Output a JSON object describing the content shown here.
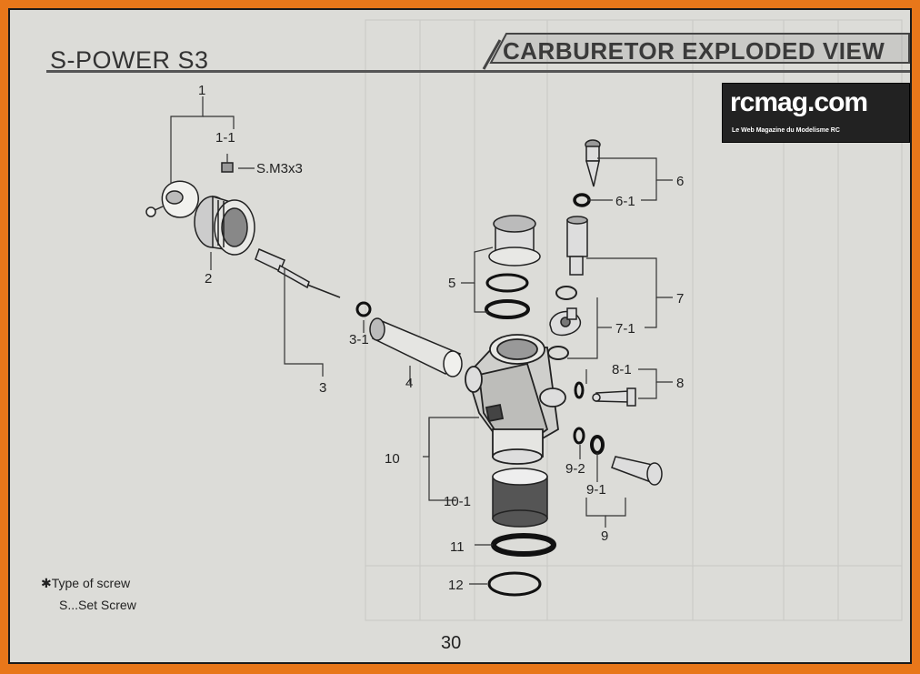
{
  "header": {
    "model": "S-POWER S3",
    "section_title": "CARBURETOR EXPLODED VIEW"
  },
  "watermark": {
    "brand": "rcmag.com",
    "tagline": "Le Web Magazine du Modelisme RC"
  },
  "callouts": {
    "p1": "1",
    "p1_1": "1-1",
    "screw": "S.M3x3",
    "p2": "2",
    "p3": "3",
    "p3_1": "3-1",
    "p4": "4",
    "p5": "5",
    "p6": "6",
    "p6_1": "6-1",
    "p7": "7",
    "p7_1": "7-1",
    "p8": "8",
    "p8_1": "8-1",
    "p9": "9",
    "p9_1": "9-1",
    "p9_2": "9-2",
    "p10": "10",
    "p10_1": "10-1",
    "p11": "11",
    "p12": "12"
  },
  "notes": {
    "screw_type": "✱Type of screw",
    "set_screw": "S...Set Screw"
  },
  "page_number": "30"
}
